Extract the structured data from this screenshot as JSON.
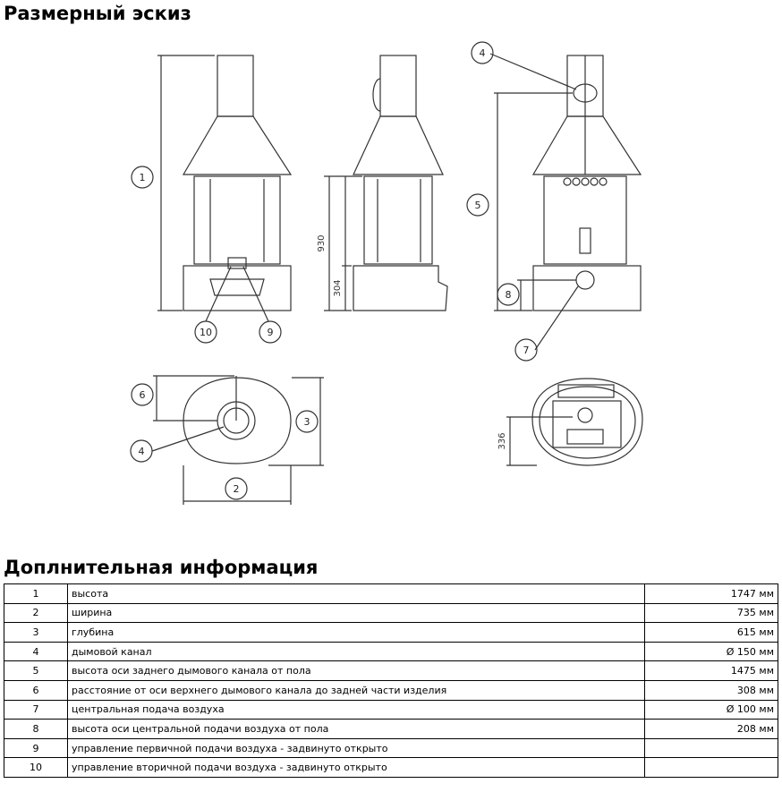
{
  "titles": {
    "sketch": "Размерный эскиз",
    "info": "Доплнительная информация"
  },
  "drawing": {
    "callouts": [
      "1",
      "2",
      "3",
      "4",
      "5",
      "6",
      "7",
      "8",
      "9",
      "10"
    ],
    "dimensions": {
      "d930": "930",
      "d304": "304",
      "d336": "336"
    }
  },
  "table": [
    {
      "num": "1",
      "desc": "высота",
      "value": "1747 мм"
    },
    {
      "num": "2",
      "desc": "ширина",
      "value": "735 мм"
    },
    {
      "num": "3",
      "desc": "глубина",
      "value": "615 мм"
    },
    {
      "num": "4",
      "desc": "дымовой канал",
      "value": "Ø 150 мм"
    },
    {
      "num": "5",
      "desc": "высота оси заднего дымового канала от пола",
      "value": "1475 мм"
    },
    {
      "num": "6",
      "desc": "расстояние от оси верхнего дымового канала до задней части изделия",
      "value": "308 мм"
    },
    {
      "num": "7",
      "desc": "центральная подача воздуха",
      "value": "Ø 100 мм"
    },
    {
      "num": "8",
      "desc": "высота оси центральной подачи воздуха от пола",
      "value": "208 мм"
    },
    {
      "num": "9",
      "desc": "управление первичной подачи воздуха - задвинуто открыто",
      "value": ""
    },
    {
      "num": "10",
      "desc": "управление вторичной подачи воздуха - задвинуто открыто",
      "value": ""
    }
  ]
}
